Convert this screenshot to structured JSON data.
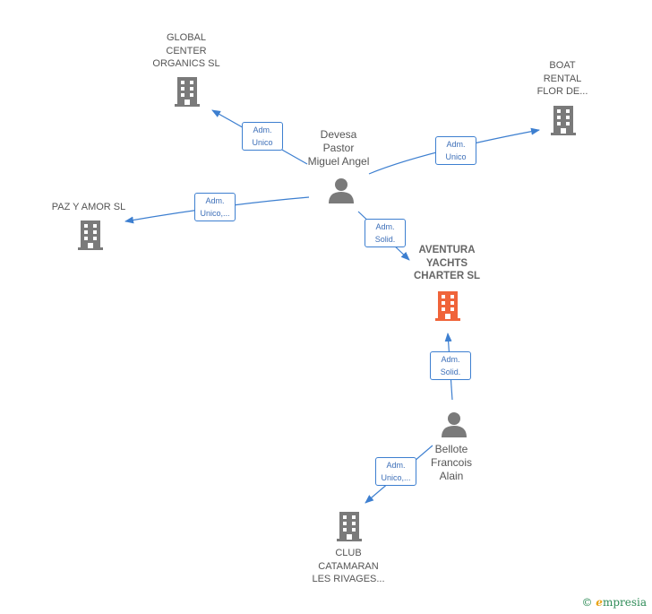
{
  "colors": {
    "edge": "#3d7fd0",
    "company": "#7a7a7a",
    "focus": "#f0643a",
    "person": "#7a7a7a"
  },
  "nodes": {
    "global": {
      "label": "GLOBAL\nCENTER\nORGANICS  SL"
    },
    "boat": {
      "label": "BOAT\nRENTAL\nFLOR DE..."
    },
    "paz": {
      "label": "PAZ Y AMOR  SL"
    },
    "aventura": {
      "label": "AVENTURA\nYACHTS\nCHARTER  SL"
    },
    "club": {
      "label": "CLUB\nCATAMARAN\nLES RIVAGES..."
    },
    "devesa": {
      "label": "Devesa\nPastor\nMiguel Angel"
    },
    "bellote": {
      "label": "Bellote\nFrancois\nAlain"
    }
  },
  "edges": {
    "devesa_global": "Adm.\nUnico",
    "devesa_boat": "Adm.\nUnico",
    "devesa_paz": "Adm.\nUnico,...",
    "devesa_aventura": "Adm.\nSolid.",
    "bellote_aventura": "Adm.\nSolid.",
    "bellote_club": "Adm.\nUnico,..."
  },
  "brand": {
    "copyright": "©",
    "name_initial": "e",
    "name_rest": "mpresia"
  }
}
